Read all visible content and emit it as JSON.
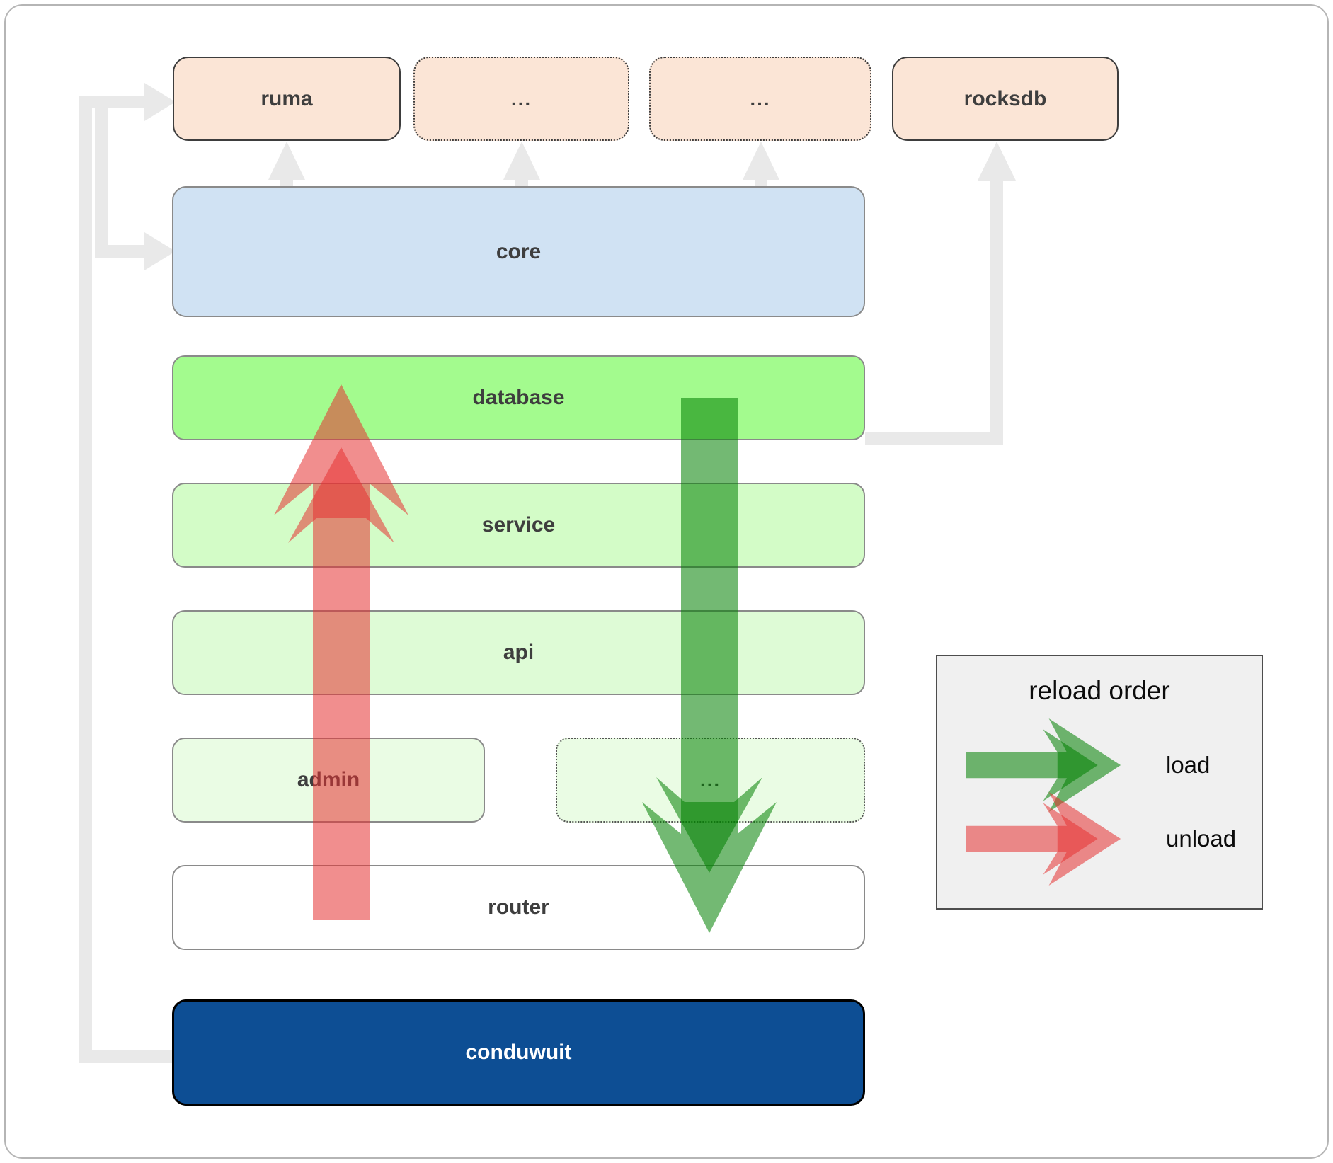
{
  "boxes": {
    "ruma": {
      "label": "ruma"
    },
    "ext1": {
      "label": "..."
    },
    "ext2": {
      "label": "..."
    },
    "rocksdb": {
      "label": "rocksdb"
    },
    "core": {
      "label": "core"
    },
    "database": {
      "label": "database"
    },
    "service": {
      "label": "service"
    },
    "api": {
      "label": "api"
    },
    "admin": {
      "label": "admin"
    },
    "ext3": {
      "label": "..."
    },
    "router": {
      "label": "router"
    },
    "conduwuit": {
      "label": "conduwuit"
    }
  },
  "legend": {
    "title": "reload order",
    "load_label": "load",
    "unload_label": "unload"
  },
  "colors": {
    "peach": "#fbe5d6",
    "core": "#d0e2f3",
    "database": "#a3fb8e",
    "service": "#d3fcc7",
    "api": "#defbd6",
    "admin": "#eafce4",
    "conduwuit": "#0d4e94",
    "grayline": "#e9e9e9",
    "load": "#008000",
    "unload": "#e63232",
    "legendbg": "#f0f0f0"
  }
}
